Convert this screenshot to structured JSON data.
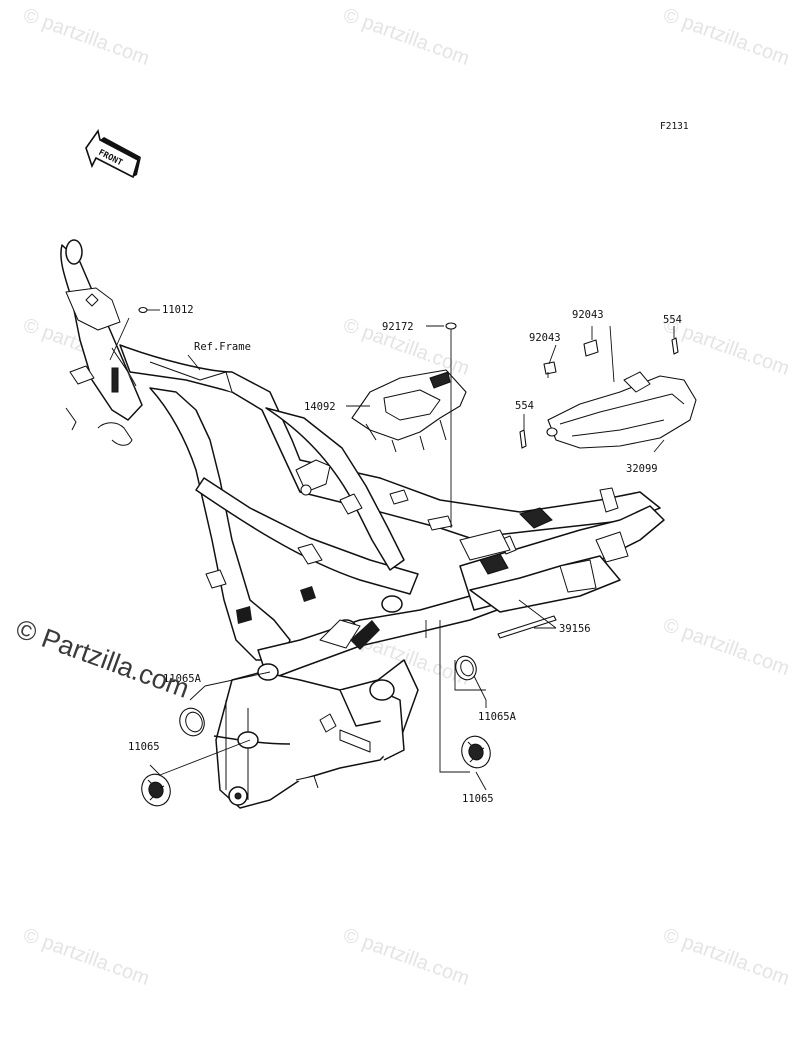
{
  "diagram": {
    "code": "F2131",
    "front_arrow_label": "FRONT",
    "ref_frame_label": "Ref.Frame"
  },
  "watermarks": {
    "small_text": "© partzilla.com",
    "large_text": "© Partzilla.com"
  },
  "parts": [
    {
      "id": "11012",
      "label": "11012"
    },
    {
      "id": "92172",
      "label": "92172"
    },
    {
      "id": "14092",
      "label": "14092"
    },
    {
      "id": "92043-a",
      "label": "92043"
    },
    {
      "id": "92043-b",
      "label": "92043"
    },
    {
      "id": "554-a",
      "label": "554"
    },
    {
      "id": "554-b",
      "label": "554"
    },
    {
      "id": "32099",
      "label": "32099"
    },
    {
      "id": "39156",
      "label": "39156"
    },
    {
      "id": "11065A-left",
      "label": "11065A"
    },
    {
      "id": "11065-left",
      "label": "11065"
    },
    {
      "id": "11065A-right",
      "label": "11065A"
    },
    {
      "id": "11065-right",
      "label": "11065"
    }
  ],
  "colors": {
    "line": "#111111",
    "background": "#ffffff",
    "watermark": "#e4e4e4"
  }
}
